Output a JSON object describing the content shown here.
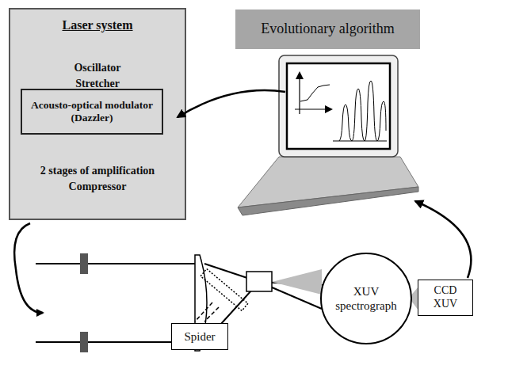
{
  "diagram": {
    "nodes": [
      {
        "text": [
          "Laser system",
          "Oscillator",
          "Stretcher",
          "2 stages of amplification",
          "Compressor"
        ]
      },
      {
        "text": [
          "Acousto-optical modulator (Dazzler)"
        ],
        "in": 0
      },
      {
        "text": [
          "Evolutionary algorithm"
        ]
      },
      {
        "text": [
          "XUV spectrograph"
        ]
      },
      {
        "text": [
          "CCD XUV"
        ]
      },
      {
        "text": [
          "Spider"
        ]
      }
    ]
  }
}
